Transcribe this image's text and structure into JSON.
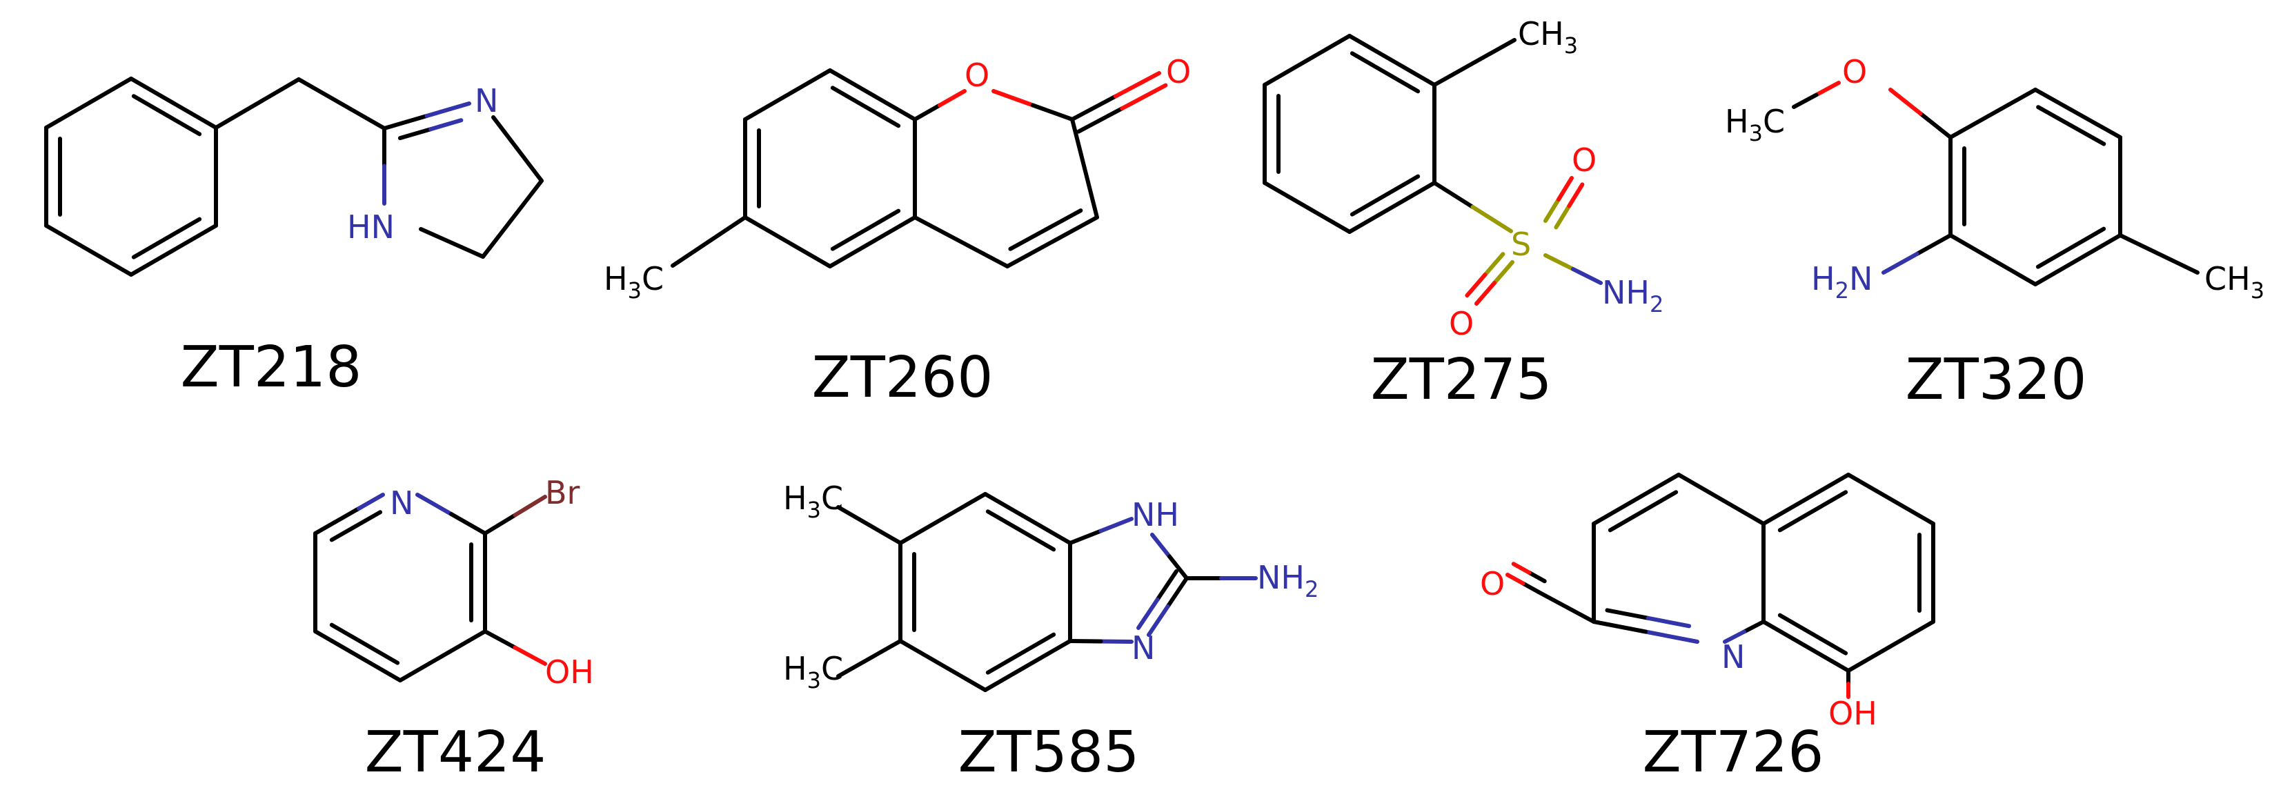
{
  "colors": {
    "bond": "#000000",
    "nitrogen": "#3333aa",
    "oxygen": "#ff0d0d",
    "sulfur": "#999900",
    "bromine": "#7f2d2d",
    "label": "#000000"
  },
  "molecules": [
    {
      "id": "ZT218",
      "label": "ZT218",
      "atoms": [
        {
          "text": "N",
          "element": "N"
        },
        {
          "text": "HN",
          "element": "N"
        }
      ]
    },
    {
      "id": "ZT260",
      "label": "ZT260",
      "atoms": [
        {
          "text": "O",
          "element": "O"
        },
        {
          "text": "O",
          "element": "O"
        },
        {
          "text": "H",
          "sub": "3",
          "tail": "C",
          "element": "C"
        }
      ]
    },
    {
      "id": "ZT275",
      "label": "ZT275",
      "atoms": [
        {
          "text": "CH",
          "sub": "3",
          "element": "C"
        },
        {
          "text": "S",
          "element": "S"
        },
        {
          "text": "O",
          "element": "O"
        },
        {
          "text": "O",
          "element": "O"
        },
        {
          "text": "NH",
          "sub": "2",
          "element": "N"
        }
      ]
    },
    {
      "id": "ZT320",
      "label": "ZT320",
      "atoms": [
        {
          "text": "O",
          "element": "O"
        },
        {
          "text": "H",
          "sub": "3",
          "tail": "C",
          "element": "C"
        },
        {
          "text": "H",
          "sub": "2",
          "tail": "N",
          "element": "N"
        },
        {
          "text": "CH",
          "sub": "3",
          "element": "C"
        }
      ]
    },
    {
      "id": "ZT424",
      "label": "ZT424",
      "atoms": [
        {
          "text": "N",
          "element": "N"
        },
        {
          "text": "Br",
          "element": "Br"
        },
        {
          "text": "OH",
          "element": "O"
        }
      ]
    },
    {
      "id": "ZT585",
      "label": "ZT585",
      "atoms": [
        {
          "text": "H",
          "sub": "3",
          "tail": "C",
          "element": "C"
        },
        {
          "text": "H",
          "sub": "3",
          "tail": "C",
          "element": "C"
        },
        {
          "text": "NH",
          "element": "N"
        },
        {
          "text": "N",
          "element": "N"
        },
        {
          "text": "NH",
          "sub": "2",
          "element": "N"
        }
      ]
    },
    {
      "id": "ZT726",
      "label": "ZT726",
      "atoms": [
        {
          "text": "O",
          "element": "O"
        },
        {
          "text": "N",
          "element": "N"
        },
        {
          "text": "OH",
          "element": "O"
        }
      ]
    }
  ]
}
